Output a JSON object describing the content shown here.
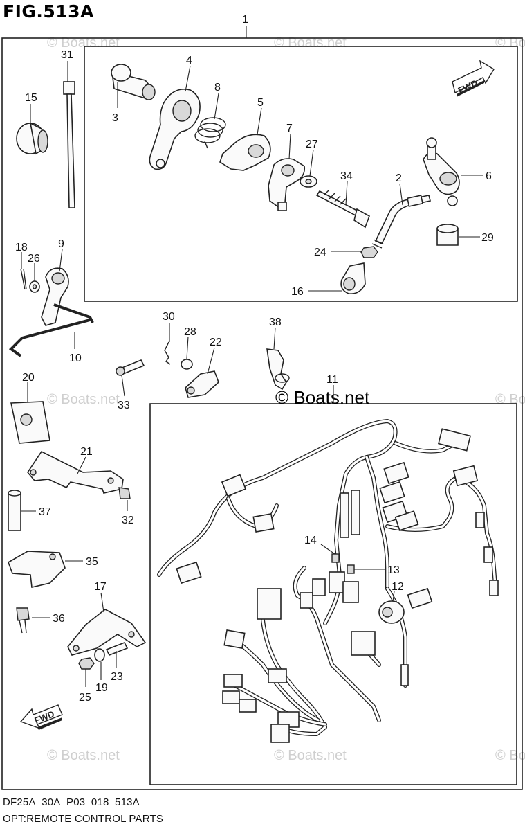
{
  "figure": {
    "title": "FIG.513A",
    "drawing_code": "DF25A_30A_P03_018_513A",
    "caption": "OPT:REMOTE CONTROL PARTS"
  },
  "watermark": {
    "text": "© Boats.net",
    "center_text": "© Boats.net"
  },
  "direction_markers": [
    {
      "id": "fwd-upper",
      "text": "FWD"
    },
    {
      "id": "fwd-lower",
      "text": "FWD"
    }
  ],
  "callouts": [
    {
      "id": "c1",
      "number": "1"
    },
    {
      "id": "c2",
      "number": "2"
    },
    {
      "id": "c3",
      "number": "3"
    },
    {
      "id": "c4",
      "number": "4"
    },
    {
      "id": "c5",
      "number": "5"
    },
    {
      "id": "c6",
      "number": "6"
    },
    {
      "id": "c7",
      "number": "7"
    },
    {
      "id": "c8",
      "number": "8"
    },
    {
      "id": "c9",
      "number": "9"
    },
    {
      "id": "c10",
      "number": "10"
    },
    {
      "id": "c11",
      "number": "11"
    },
    {
      "id": "c12",
      "number": "12"
    },
    {
      "id": "c13",
      "number": "13"
    },
    {
      "id": "c14",
      "number": "14"
    },
    {
      "id": "c15",
      "number": "15"
    },
    {
      "id": "c16",
      "number": "16"
    },
    {
      "id": "c17",
      "number": "17"
    },
    {
      "id": "c18",
      "number": "18"
    },
    {
      "id": "c19",
      "number": "19"
    },
    {
      "id": "c20",
      "number": "20"
    },
    {
      "id": "c21",
      "number": "21"
    },
    {
      "id": "c22",
      "number": "22"
    },
    {
      "id": "c23",
      "number": "23"
    },
    {
      "id": "c24",
      "number": "24"
    },
    {
      "id": "c25",
      "number": "25"
    },
    {
      "id": "c26",
      "number": "26"
    },
    {
      "id": "c27",
      "number": "27"
    },
    {
      "id": "c28",
      "number": "28"
    },
    {
      "id": "c29",
      "number": "29"
    },
    {
      "id": "c30",
      "number": "30"
    },
    {
      "id": "c31",
      "number": "31"
    },
    {
      "id": "c32",
      "number": "32"
    },
    {
      "id": "c33",
      "number": "33"
    },
    {
      "id": "c34",
      "number": "34"
    },
    {
      "id": "c35",
      "number": "35"
    },
    {
      "id": "c36",
      "number": "36"
    },
    {
      "id": "c37",
      "number": "37"
    },
    {
      "id": "c38",
      "number": "38"
    }
  ]
}
